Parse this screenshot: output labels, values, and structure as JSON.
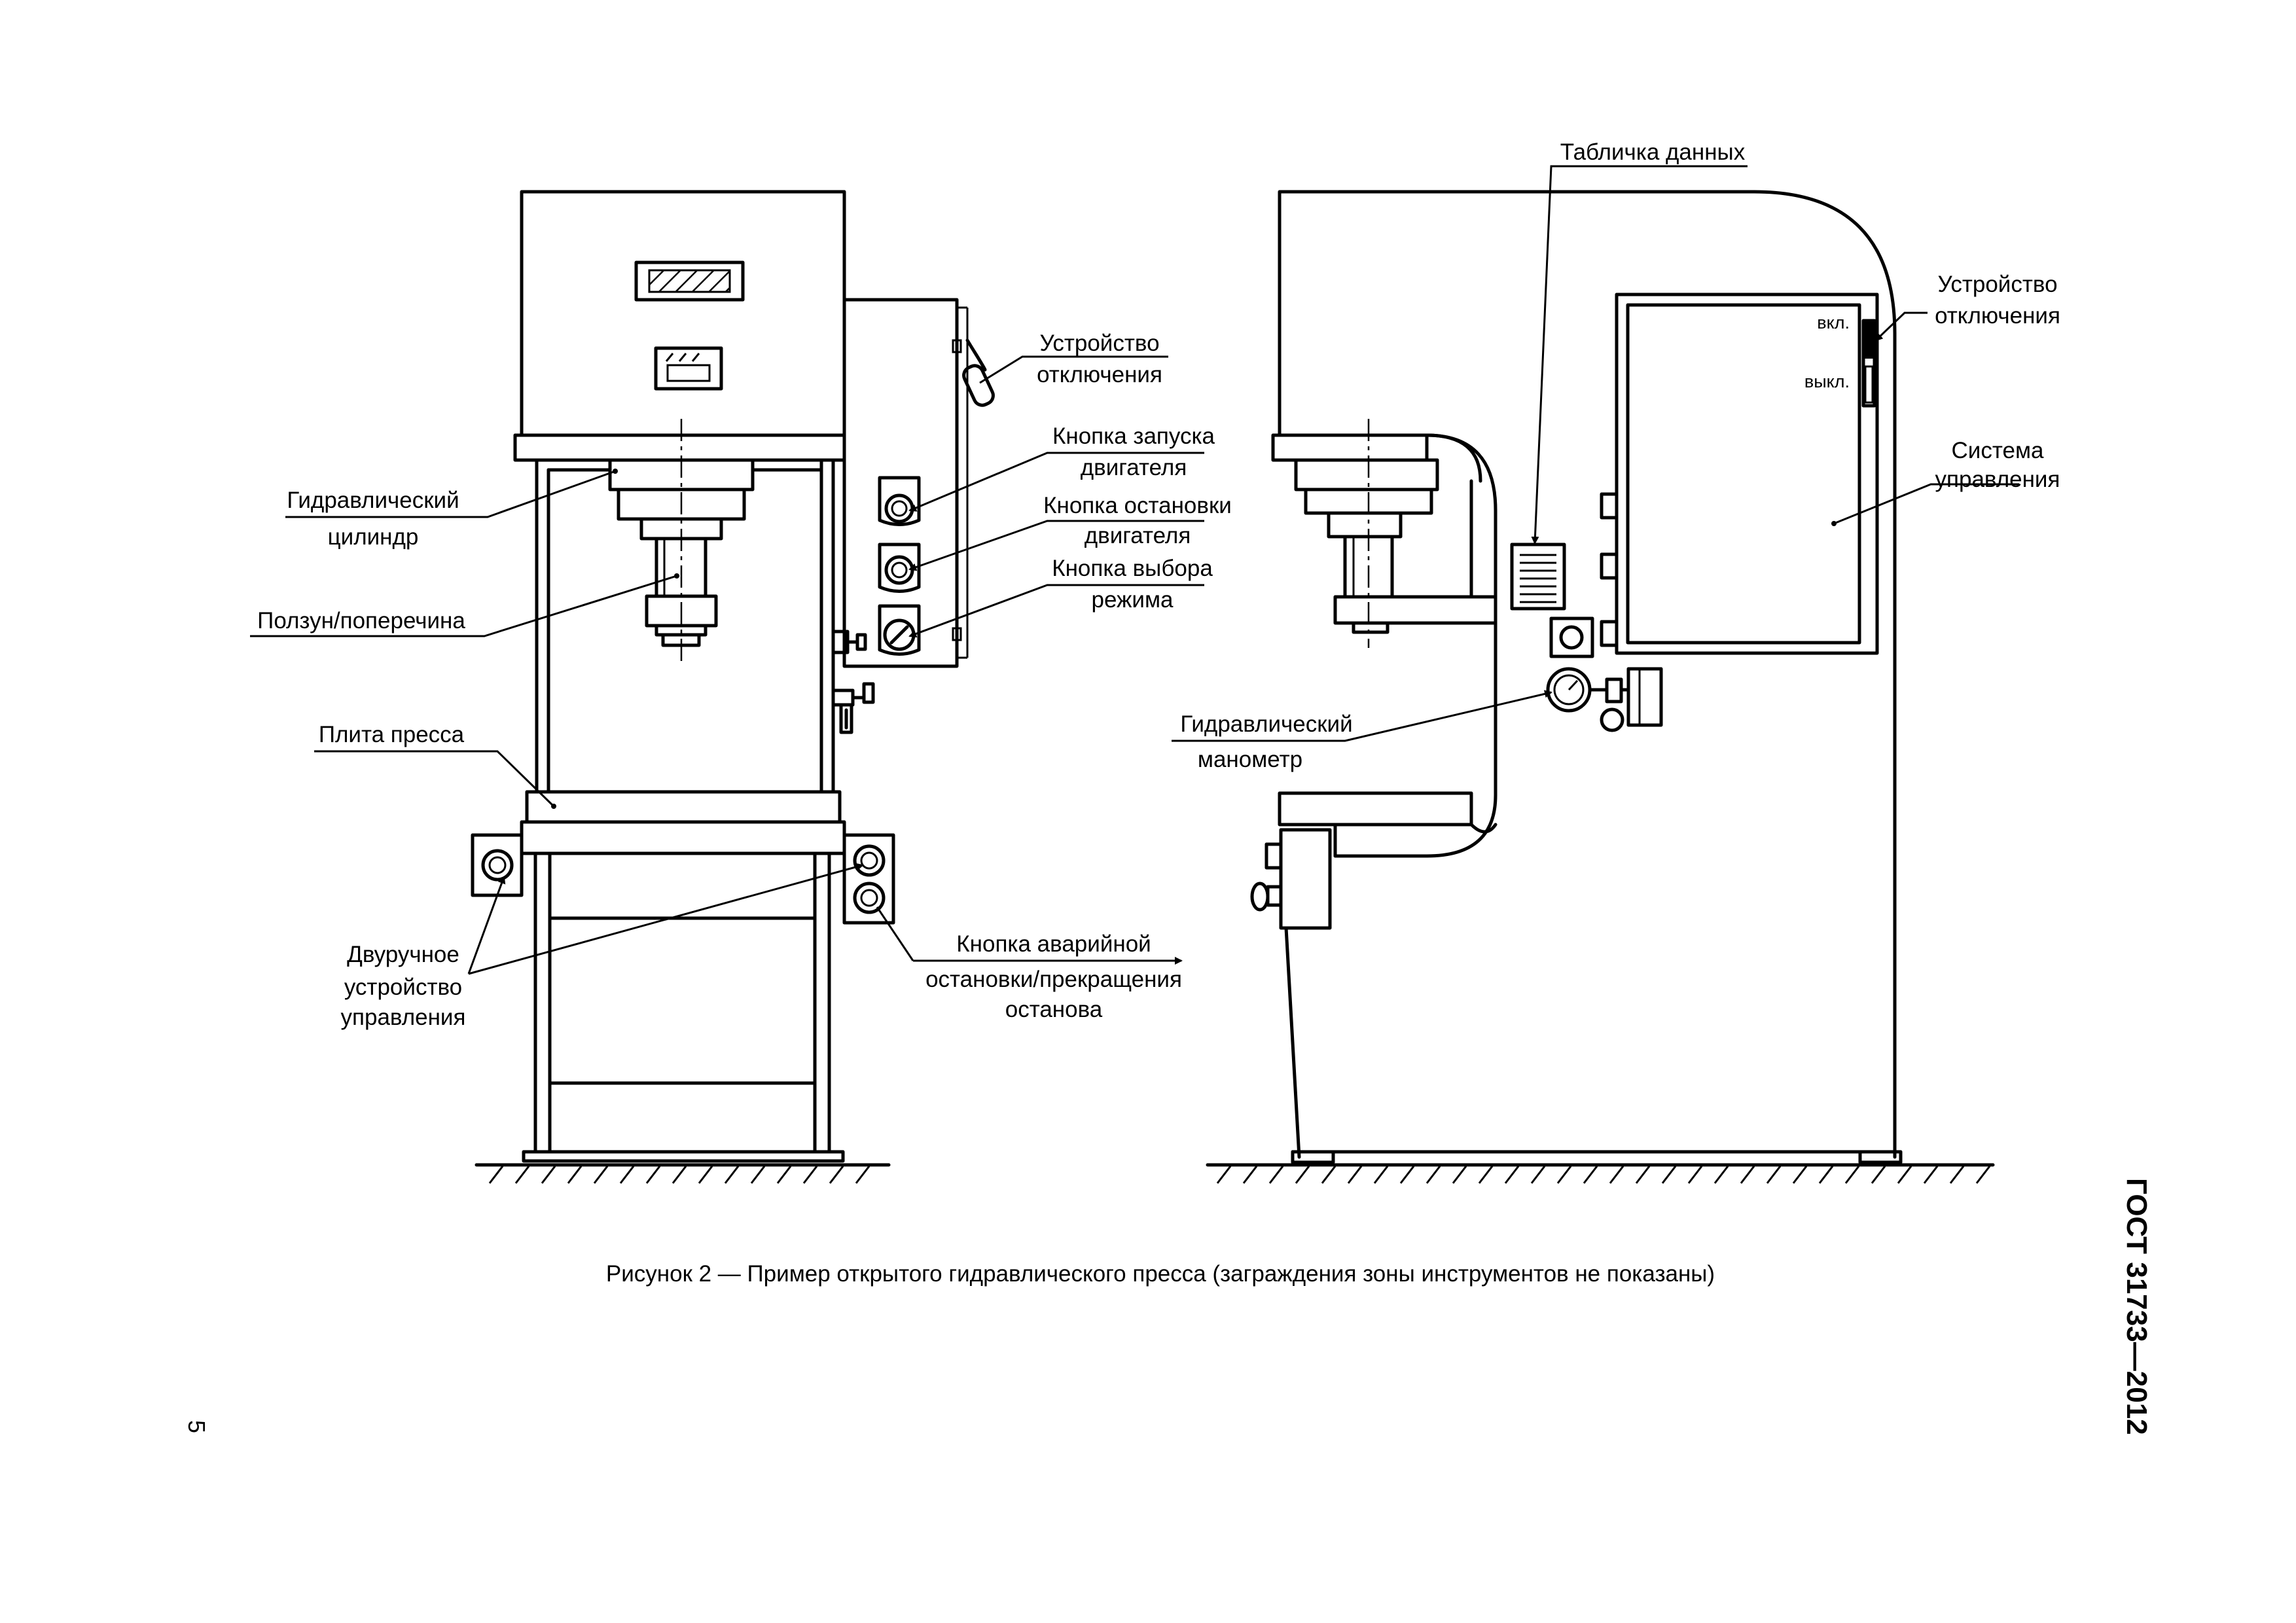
{
  "figure": {
    "caption": "Рисунок 2 — Пример открытого гидравлического пресса (заграждения зоны инструментов не показаны)",
    "document_code": "ГОСТ 31733—2012",
    "page_number": "5"
  },
  "front_view": {
    "labels": {
      "disconnect_device": [
        "Устройство",
        "отключения"
      ],
      "motor_start_button": [
        "Кнопка запуска",
        "двигателя"
      ],
      "motor_stop_button": [
        "Кнопка остановки",
        "двигателя"
      ],
      "mode_select_button": [
        "Кнопка выбора",
        "режима"
      ],
      "hydraulic_cylinder": [
        "Гидравлический",
        "цилиндр"
      ],
      "slide_crossbar": [
        "Ползун/поперечина"
      ],
      "press_bed": [
        "Плита пресса"
      ],
      "two_hand_control": [
        "Двуручное",
        "устройство",
        "управления"
      ],
      "emergency_stop": [
        "Кнопка аварийной",
        "остановки/прекращения",
        "останова"
      ]
    }
  },
  "side_view": {
    "labels": {
      "data_plate": [
        "Табличка данных"
      ],
      "disconnect_device": [
        "Устройство",
        "отключения"
      ],
      "switch_on": "вкл.",
      "switch_off": "выкл.",
      "control_system": [
        "Система",
        "управления"
      ],
      "hydraulic_gauge": [
        "Гидравлический",
        "манометр"
      ]
    }
  }
}
